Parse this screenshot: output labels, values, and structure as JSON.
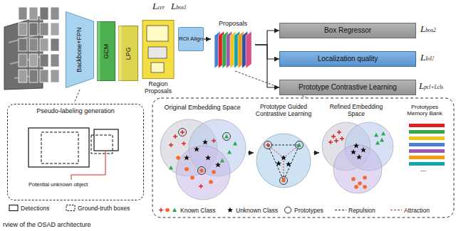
{
  "diagram": {
    "caption": "rview of the OSAD architecture",
    "nodes": [
      {
        "text": [
          "Backbone+FPN"
        ]
      },
      {
        "text": [
          "GCM"
        ]
      },
      {
        "text": [
          "LPG"
        ]
      },
      {
        "text": [
          "Region Proposals"
        ]
      },
      {
        "text": [
          "ROI Align"
        ]
      },
      {
        "text": [
          "Proposals"
        ]
      },
      {
        "text": [
          "Box Regressor"
        ]
      },
      {
        "text": [
          "Localization quality"
        ]
      },
      {
        "text": [
          "Prototype Contrastive Learning"
        ]
      },
      {
        "text": [
          "Pseudo-labeling generation"
        ]
      },
      {
        "text": [
          "Original Embedding Space"
        ]
      },
      {
        "text": [
          "Prototype Guided Contrastive Learning"
        ]
      },
      {
        "text": [
          "Refined Embedding Space"
        ]
      },
      {
        "text": [
          "Prototypes Memory Bank"
        ]
      }
    ],
    "edges": [
      {
        "from": 4,
        "to": 5,
        "arrow": "to"
      },
      {
        "from": 5,
        "to": 6,
        "arrow": "to"
      },
      {
        "from": 5,
        "to": 7,
        "arrow": "to"
      },
      {
        "from": 5,
        "to": 8,
        "arrow": "to"
      },
      {
        "from": 10,
        "to": 11,
        "arrow": "to"
      },
      {
        "from": 11,
        "to": 12,
        "arrow": "to"
      }
    ],
    "labels": [
      "Lcer",
      "Lbox1",
      "Lbox2",
      "LIoU",
      "Lpcl+Lcls",
      "Potential unknown object",
      "..."
    ],
    "legend": [
      {
        "text": "Detections"
      },
      {
        "text": "Ground-truth boxes"
      },
      {
        "text": "Known Class"
      },
      {
        "text": "Unknown Class"
      },
      {
        "text": "Prototypes"
      },
      {
        "text": "Repulsion"
      },
      {
        "text": "Attraction"
      }
    ]
  }
}
